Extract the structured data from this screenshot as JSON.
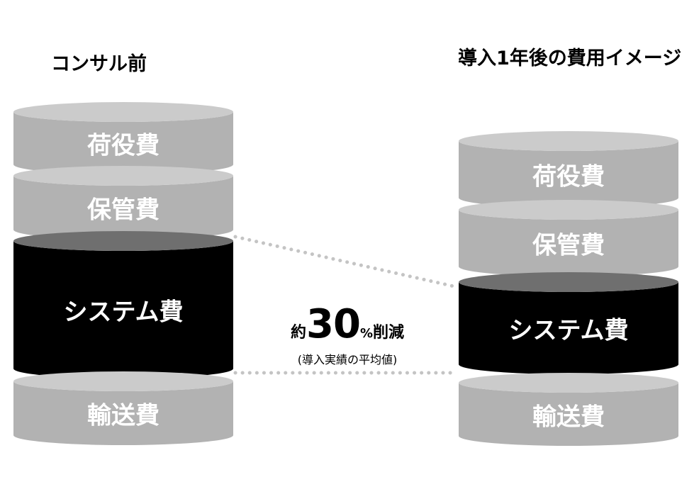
{
  "titles": {
    "before": "コンサル前",
    "after": "導入1年後の費用イメージ"
  },
  "colors": {
    "gray_layer": "#b2b2b2",
    "gray_layer_top": "#cbcbcb",
    "system_layer": "#000000",
    "system_layer_top": "#6f6f6f",
    "dotted_connector": "#c4c4c4",
    "label_text": "#ffffff"
  },
  "stacks": [
    {
      "id": "before",
      "layers": [
        {
          "label": "荷役費",
          "kind": "gray"
        },
        {
          "label": "保管費",
          "kind": "gray"
        },
        {
          "label": "システム費",
          "kind": "system"
        },
        {
          "label": "輸送費",
          "kind": "gray"
        }
      ]
    },
    {
      "id": "after",
      "layers": [
        {
          "label": "荷役費",
          "kind": "gray"
        },
        {
          "label": "保管費",
          "kind": "gray"
        },
        {
          "label": "システム費",
          "kind": "system"
        },
        {
          "label": "輸送費",
          "kind": "gray"
        }
      ]
    }
  ],
  "reduction": {
    "prefix": "約",
    "number": "30",
    "percent": "%",
    "suffix": "削減",
    "note": "(導入実績の平均値)"
  }
}
